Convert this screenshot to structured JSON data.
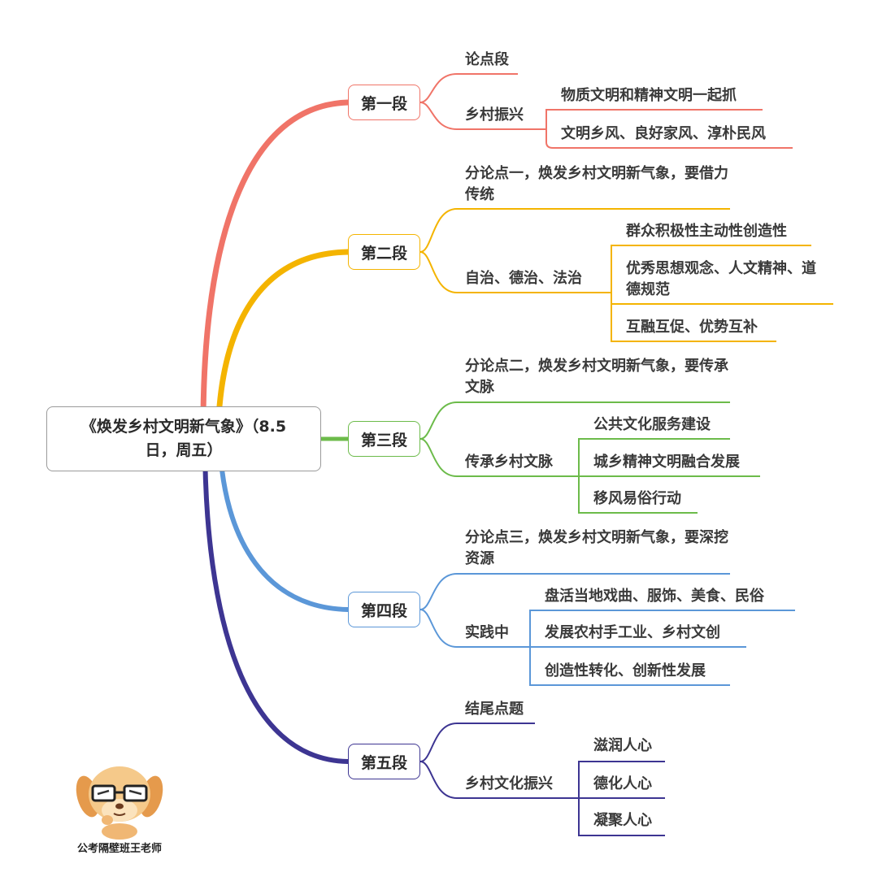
{
  "root": {
    "title": "《焕发乡村文明新气象》（8.5日，周五）"
  },
  "sections": [
    {
      "label": "第一段",
      "color": "#f07468",
      "children": [
        {
          "label": "论点段"
        },
        {
          "label": "乡村振兴",
          "children": [
            "物质文明和精神文明一起抓",
            "文明乡风、良好家风、淳朴民风"
          ]
        }
      ]
    },
    {
      "label": "第二段",
      "color": "#f4b400",
      "children": [
        {
          "label": "分论点一，焕发乡村文明新气象，要借力传统"
        },
        {
          "label": "自治、德治、法治",
          "children": [
            "群众积极性主动性创造性",
            "优秀思想观念、人文精神、道德规范",
            "互融互促、优势互补"
          ]
        }
      ]
    },
    {
      "label": "第三段",
      "color": "#6cbb4a",
      "children": [
        {
          "label": "分论点二，焕发乡村文明新气象，要传承文脉"
        },
        {
          "label": "传承乡村文脉",
          "children": [
            "公共文化服务建设",
            "城乡精神文明融合发展",
            "移风易俗行动"
          ]
        }
      ]
    },
    {
      "label": "第四段",
      "color": "#5b97d8",
      "children": [
        {
          "label": "分论点三，焕发乡村文明新气象，要深挖资源"
        },
        {
          "label": "实践中",
          "children": [
            "盘活当地戏曲、服饰、美食、民俗",
            "发展农村手工业、乡村文创",
            "创造性转化、创新性发展"
          ]
        }
      ]
    },
    {
      "label": "第五段",
      "color": "#3d3592",
      "children": [
        {
          "label": "结尾点题"
        },
        {
          "label": "乡村文化振兴",
          "children": [
            "滋润人心",
            "德化人心",
            "凝聚人心"
          ]
        }
      ]
    }
  ],
  "watermark": {
    "text": "公考隔壁班王老师"
  }
}
